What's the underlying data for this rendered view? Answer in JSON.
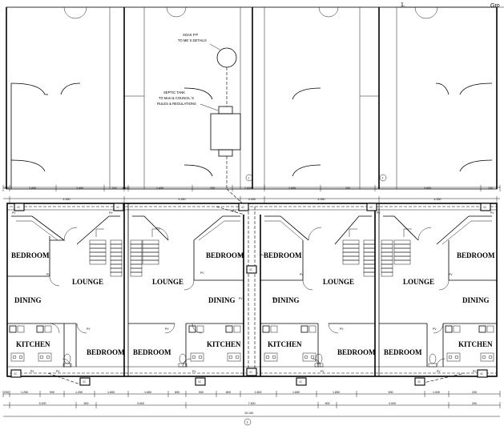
{
  "corner": {
    "sheet_no": "1.",
    "label": "Gro"
  },
  "notes": {
    "soak_pit": [
      "SOAK PIT",
      "TO ME`S DETAILS"
    ],
    "septic_tank": [
      "SEPTIC TANK",
      "TO MoH & COUNCIL`S",
      "RULES & REGULATIONS"
    ]
  },
  "grid_markers": {
    "top": [
      "1",
      "2"
    ],
    "bottom": "3"
  },
  "rooms": {
    "bedroom": "BEDROOM",
    "lounge": "LOUNGE",
    "dining": "DINING",
    "kitchen": "KITCHEN"
  },
  "fixtures": {
    "ic": "IC",
    "pv": "PV"
  },
  "dims": {
    "top_row_1": [
      "200",
      "3.450",
      "3.450",
      "200",
      "4.410",
      "2.450",
      "200",
      "2.450",
      "2.450",
      "200",
      "3.450",
      "200"
    ],
    "top_row_2": [
      "4.350",
      "4.350",
      "4.400",
      "4.350",
      "4.350"
    ],
    "bottom_row_1": [
      "200",
      "1.250",
      "900",
      "1.250",
      "1.650",
      "1.650",
      "690",
      "900",
      "800",
      "1.600",
      "1.650",
      "1.850",
      "900",
      "1.000",
      "200"
    ],
    "bottom_row_2": [
      "3.000",
      "900",
      "3.000",
      "7.300",
      "900",
      "3.000",
      "200"
    ],
    "overall": "15.100"
  }
}
